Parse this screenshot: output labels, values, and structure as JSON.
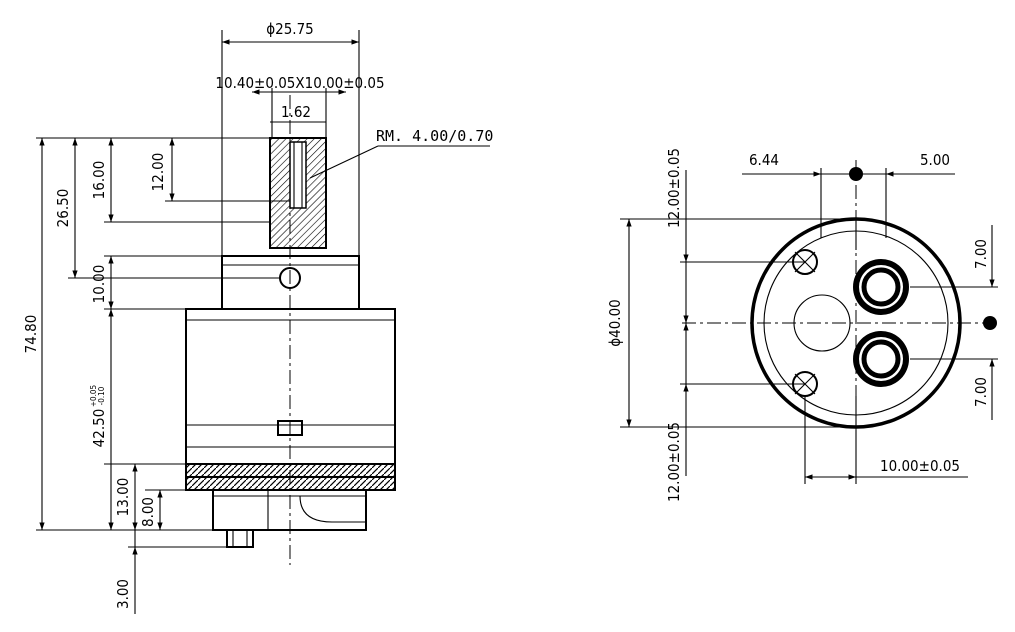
{
  "side_view": {
    "dims": {
      "d_top": "ϕ25.75",
      "spline": "10.40±0.05X10.00±0.05",
      "flat": "1.62",
      "thread": "RM. 4.00/0.70",
      "h12": "12.00",
      "h16": "16.00",
      "h26": "26.50",
      "h74": "74.80",
      "h10": "10.00",
      "h42": "42.50",
      "h42_tol_plus": "+0.05",
      "h42_tol_minus": "-0.10",
      "h13": "13.00",
      "h8": "8.00",
      "h3": "3.00"
    }
  },
  "bottom_view": {
    "dims": {
      "d644": "6.44",
      "d5": "5.00",
      "d12_top": "12.00±0.05",
      "d40": "ϕ40.00",
      "d12_bot": "12.00±0.05",
      "d7_top": "7.00",
      "d7_bot": "7.00",
      "d10": "10.00±0.05"
    }
  }
}
